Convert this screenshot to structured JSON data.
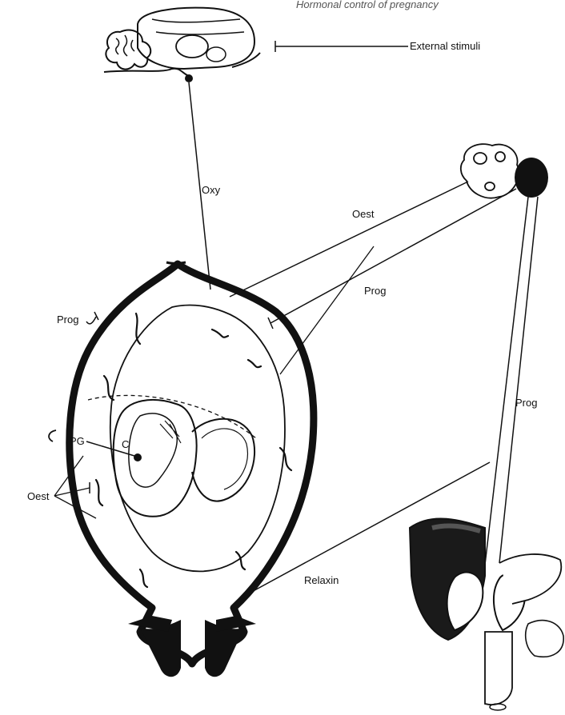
{
  "header_text": "Hormonal control of pregnancy",
  "labels": {
    "external_stimuli": "External stimuli",
    "oxy": "Oxy",
    "oest_ovary": "Oest",
    "prog_ovary_uterus": "Prog",
    "prog_placenta_side": "Prog",
    "prog_left": "Prog",
    "pg": "PG",
    "c": "C",
    "oest_left": "Oest",
    "relaxin": "Relaxin"
  },
  "colors": {
    "ink": "#111111",
    "paper": "#ffffff"
  }
}
